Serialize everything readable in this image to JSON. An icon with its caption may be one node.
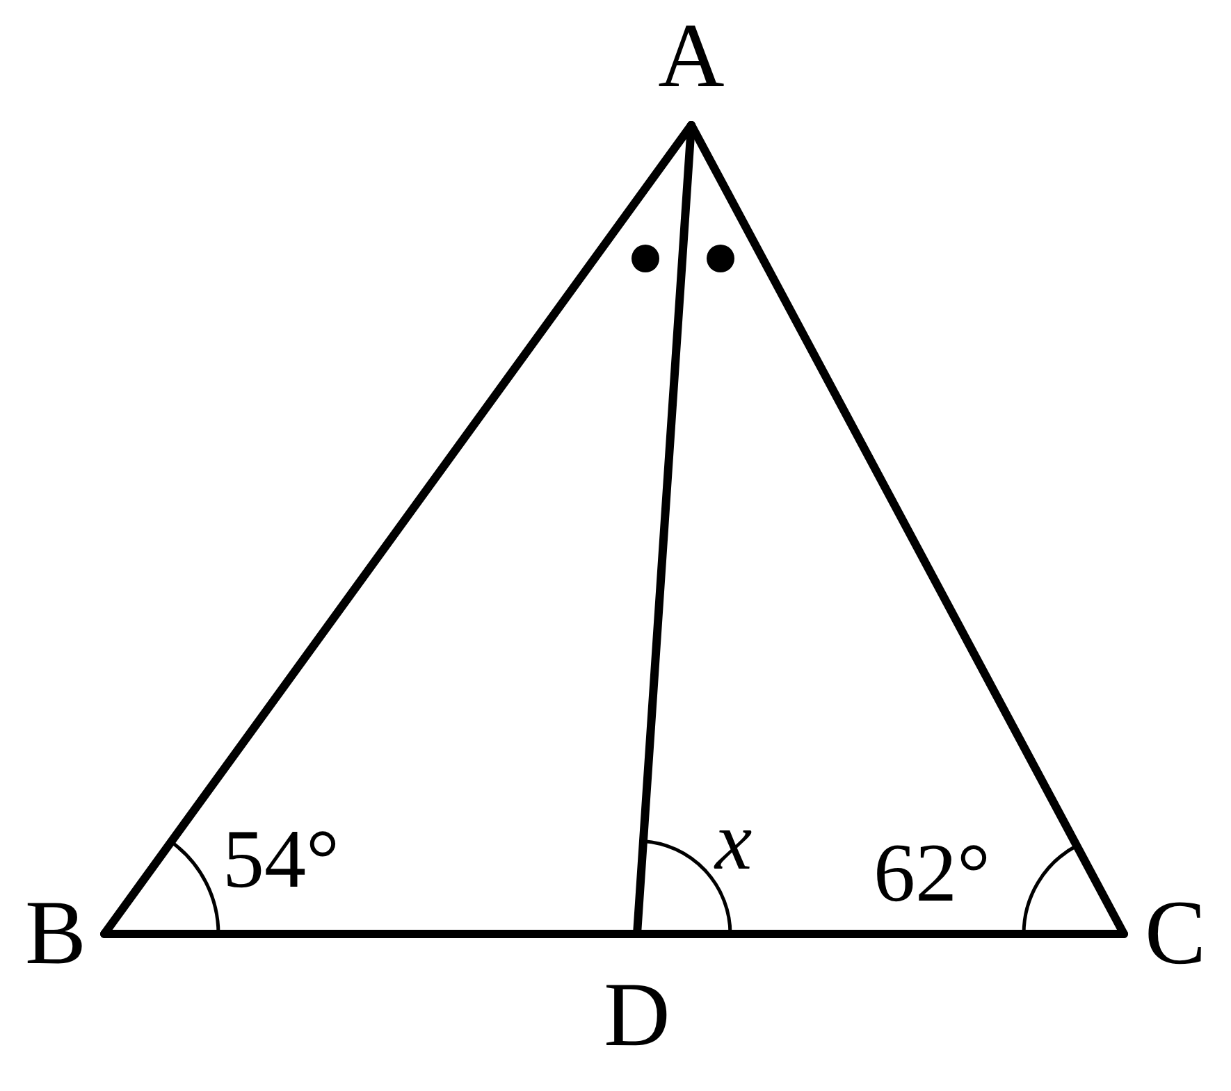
{
  "diagram": {
    "nodes": [
      {
        "text": [
          "A"
        ]
      },
      {
        "text": [
          "B"
        ]
      },
      {
        "text": [
          "C"
        ]
      },
      {
        "text": [
          "D"
        ]
      }
    ],
    "edges": [
      {
        "from": 0,
        "to": 1,
        "arrow": "none"
      },
      {
        "from": 0,
        "to": 2,
        "arrow": "none"
      },
      {
        "from": 1,
        "to": 3,
        "arrow": "none"
      },
      {
        "from": 3,
        "to": 2,
        "arrow": "none"
      },
      {
        "from": 0,
        "to": 3,
        "arrow": "none"
      }
    ],
    "labels": [
      "54°",
      "x",
      "62°"
    ]
  }
}
